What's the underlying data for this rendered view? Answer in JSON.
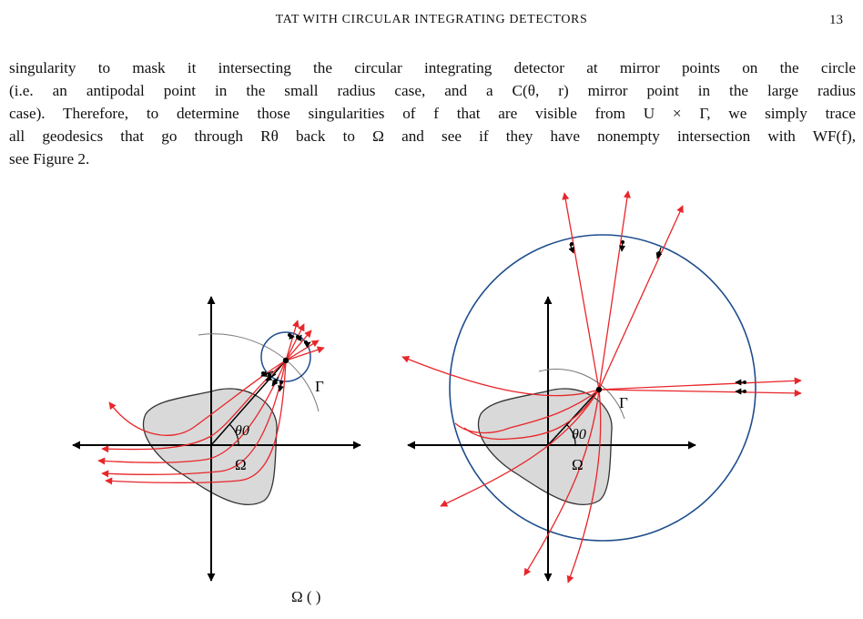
{
  "header": {
    "running_title": "TAT WITH CIRCULAR INTEGRATING DETECTORS",
    "page_number": "13"
  },
  "paragraph": {
    "lines": [
      "singularity to mask it intersecting the circular integrating detector at mirror points on the circle",
      "(i.e.  an antipodal point in the small radius case, and a C(θ, r) mirror point in the large radius",
      "case). Therefore, to determine those singularities of f that are visible from U × Γ, we simply trace",
      "all geodesics that go through Rθ back to Ω and see if they have nonempty intersection with WF(f),",
      "see Figure 2."
    ]
  },
  "figure": {
    "left_panel": {
      "label_gamma": "Γ",
      "label_theta": "θ0",
      "label_omega": "Ω"
    },
    "right_panel": {
      "label_gamma": "Γ",
      "label_theta": "θ0",
      "label_omega": "Ω"
    },
    "colors": {
      "ray": "#e8262a",
      "circle": "#1f4e8c",
      "region_fill": "#d9d9d9",
      "axis": "#000000"
    }
  },
  "caption": {
    "text": "Ω                                                                  (   )"
  }
}
